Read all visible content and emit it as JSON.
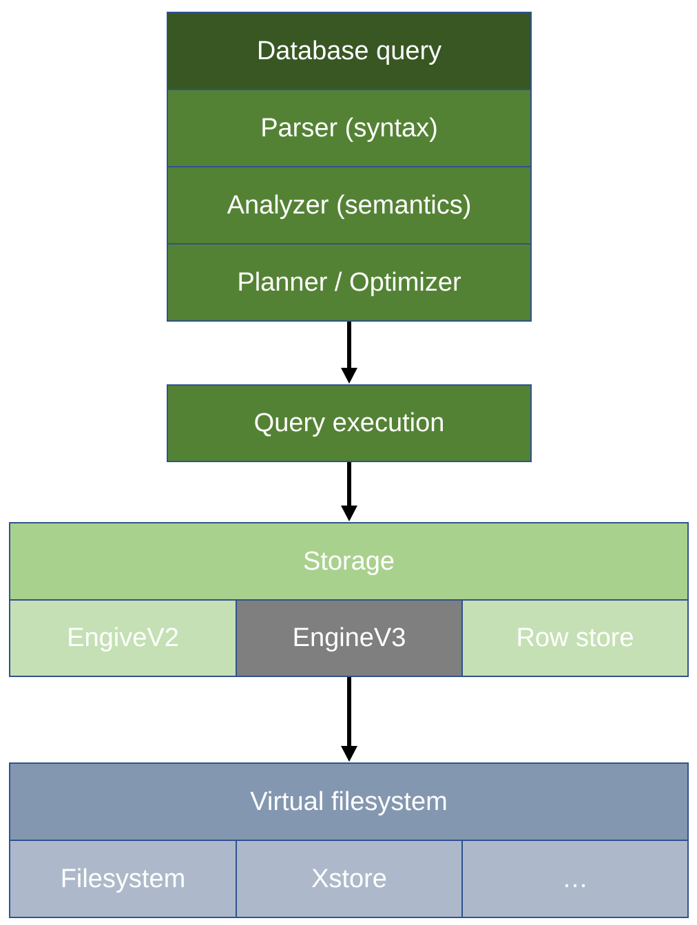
{
  "pipeline": {
    "query": "Database query",
    "parser": "Parser (syntax)",
    "analyzer": "Analyzer (semantics)",
    "planner": "Planner / Optimizer",
    "execution": "Query execution"
  },
  "storage": {
    "title": "Storage",
    "engines": [
      "EngiveV2",
      "EngineV3",
      "Row store"
    ]
  },
  "vfs": {
    "title": "Virtual filesystem",
    "backends": [
      "Filesystem",
      "Xstore",
      "…"
    ]
  },
  "colors": {
    "dark_green": "#385723",
    "green": "#548235",
    "light_green": "#a9d18e",
    "pale_green": "#c5e0b4",
    "gray": "#7f7f7f",
    "blue_gray": "#8497b0",
    "pale_blue": "#adb9ca",
    "border": "#2f528f"
  }
}
